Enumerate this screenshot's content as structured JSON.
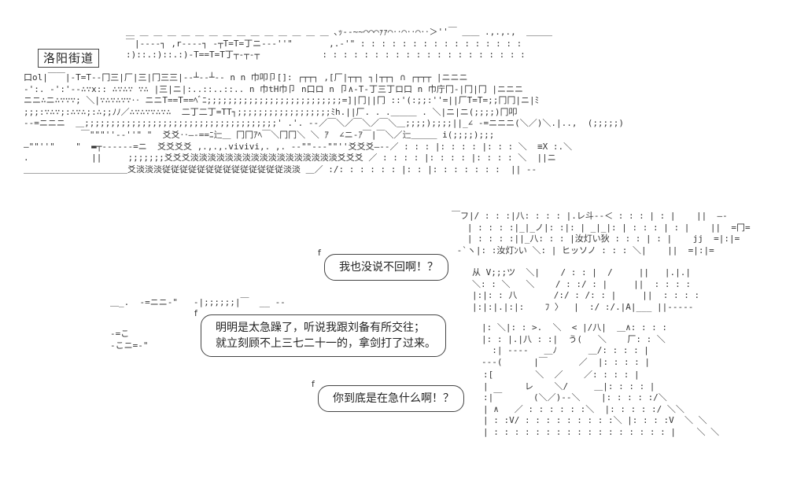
{
  "location_label": "洛阳街道",
  "dialogue": [
    {
      "lines": [
        "我也没说不回啊！？"
      ]
    },
    {
      "lines": [
        "明明是太急躁了，听说我跟刘备有所交往；",
        "就立刻顾不上三七二十一的，拿剑打了过来。"
      ]
    },
    {
      "lines": [
        "你到底是在急什么啊！？"
      ]
    }
  ],
  "art_fragments": {
    "sign_cn": "汝灯い狄",
    "sign_jp": "ヒッソノ",
    "vivivi": "vivivi"
  }
}
